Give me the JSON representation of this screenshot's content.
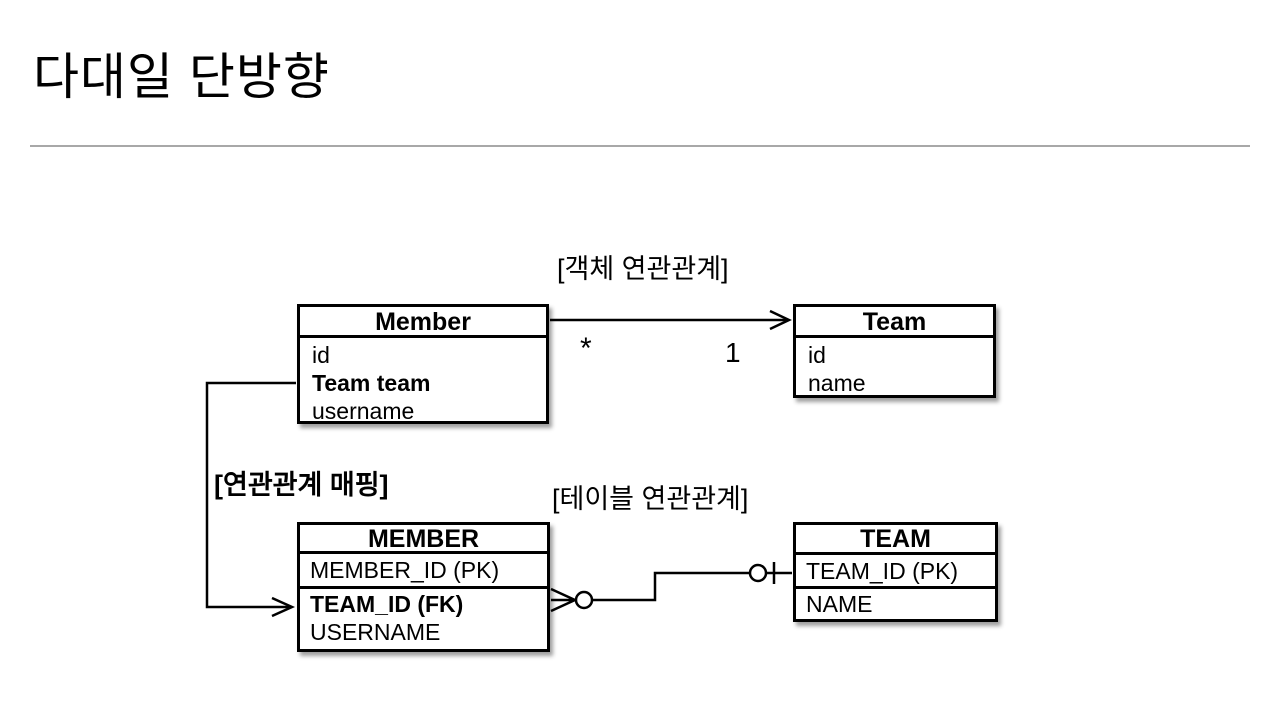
{
  "slide": {
    "title": "다대일 단방향"
  },
  "labels": {
    "object_relation": "[객체 연관관계]",
    "mapping": "[연관관계 매핑]",
    "table_relation": "[테이블 연관관계]",
    "multiplicity_many": "*",
    "multiplicity_one": "1"
  },
  "object_diagram": {
    "member": {
      "title": "Member",
      "fields": [
        {
          "text": "id",
          "bold": false
        },
        {
          "text": "Team team",
          "bold": true
        },
        {
          "text": "username",
          "bold": false
        }
      ]
    },
    "team": {
      "title": "Team",
      "fields": [
        {
          "text": "id",
          "bold": false
        },
        {
          "text": "name",
          "bold": false
        }
      ]
    }
  },
  "table_diagram": {
    "member": {
      "title": "MEMBER",
      "pk": "MEMBER_ID (PK)",
      "fields": [
        {
          "text": "TEAM_ID (FK)",
          "bold": true
        },
        {
          "text": "USERNAME",
          "bold": false
        }
      ]
    },
    "team": {
      "title": "TEAM",
      "pk": "TEAM_ID (PK)",
      "fields": [
        {
          "text": "NAME",
          "bold": false
        }
      ]
    }
  },
  "colors": {
    "line": "#000000",
    "divider": "#a8a8a8",
    "background": "#ffffff",
    "text": "#000000"
  }
}
